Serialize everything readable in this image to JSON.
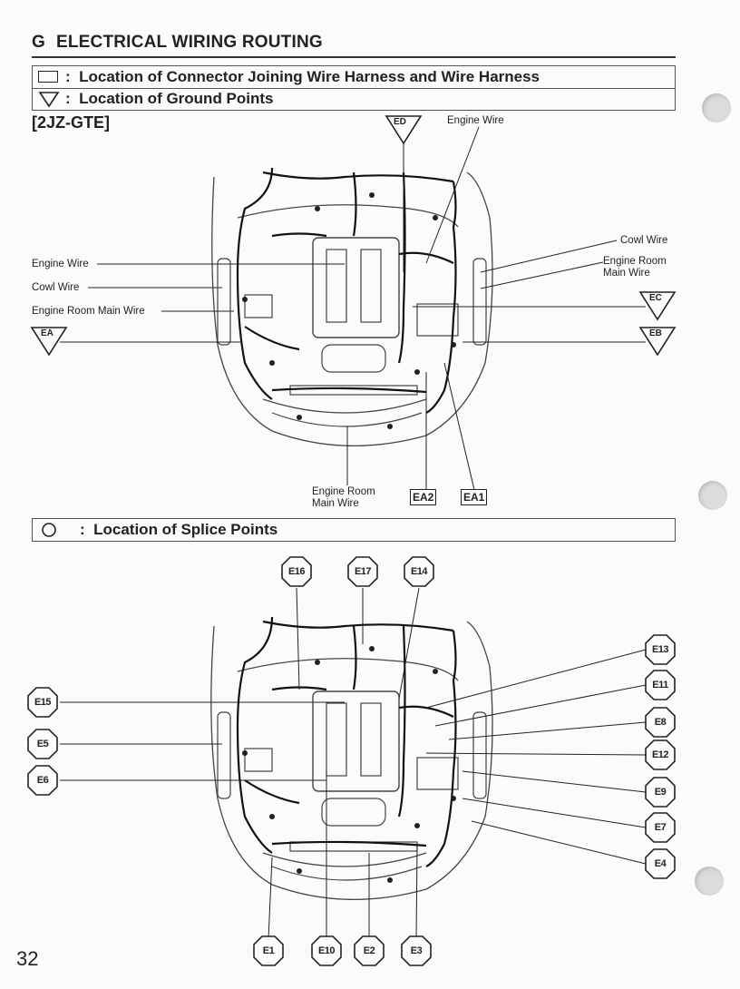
{
  "header": {
    "letter": "G",
    "title": "ELECTRICAL WIRING ROUTING"
  },
  "legend": {
    "connector": "Location of Connector Joining Wire Harness and Wire Harness",
    "ground": "Location of Ground Points",
    "separator": ":"
  },
  "engine_code": "[2JZ-GTE]",
  "ground_diagram": {
    "wire_labels": {
      "engine_wire_top": "Engine Wire",
      "engine_wire_left": "Engine Wire",
      "cowl_wire_left": "Cowl Wire",
      "engine_room_main_left": "Engine Room Main Wire",
      "cowl_wire_right": "Cowl Wire",
      "engine_room_main_right_1": "Engine Room",
      "engine_room_main_right_2": "Main Wire",
      "engine_room_main_bottom_1": "Engine Room",
      "engine_room_main_bottom_2": "Main Wire"
    },
    "ground_points": [
      "ED",
      "EC",
      "EA",
      "EB"
    ],
    "connector_tags": [
      "EA2",
      "EA1"
    ]
  },
  "splice": {
    "title": "Location of Splice Points",
    "separator": ":",
    "points_top": [
      "E16",
      "E17",
      "E14"
    ],
    "points_left": [
      "E15",
      "E5",
      "E6"
    ],
    "points_right": [
      "E13",
      "E11",
      "E8",
      "E12",
      "E9",
      "E7",
      "E4"
    ],
    "points_bottom": [
      "E1",
      "E10",
      "E2",
      "E3"
    ]
  },
  "page_number": "32"
}
